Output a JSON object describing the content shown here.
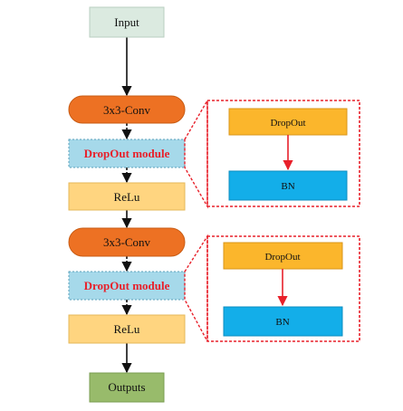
{
  "nodes": {
    "input": "Input",
    "conv1": "3x3-Conv",
    "dropout_module1": "DropOut module",
    "relu1": "ReLu",
    "conv2": "3x3-Conv",
    "dropout_module2": "DropOut module",
    "relu2": "ReLu",
    "outputs": "Outputs"
  },
  "detail1": {
    "dropout": "DropOut",
    "bn": "BN"
  },
  "detail2": {
    "dropout": "DropOut",
    "bn": "BN"
  },
  "colors": {
    "input_fill": "#dbeae0",
    "conv_fill": "#ed7123",
    "module_fill": "#a6d9ea",
    "relu_fill": "#ffd580",
    "outputs_fill": "#98bb6b",
    "dropout_fill": "#fbb62c",
    "bn_fill": "#13aee9",
    "accent_red": "#e8202a"
  }
}
